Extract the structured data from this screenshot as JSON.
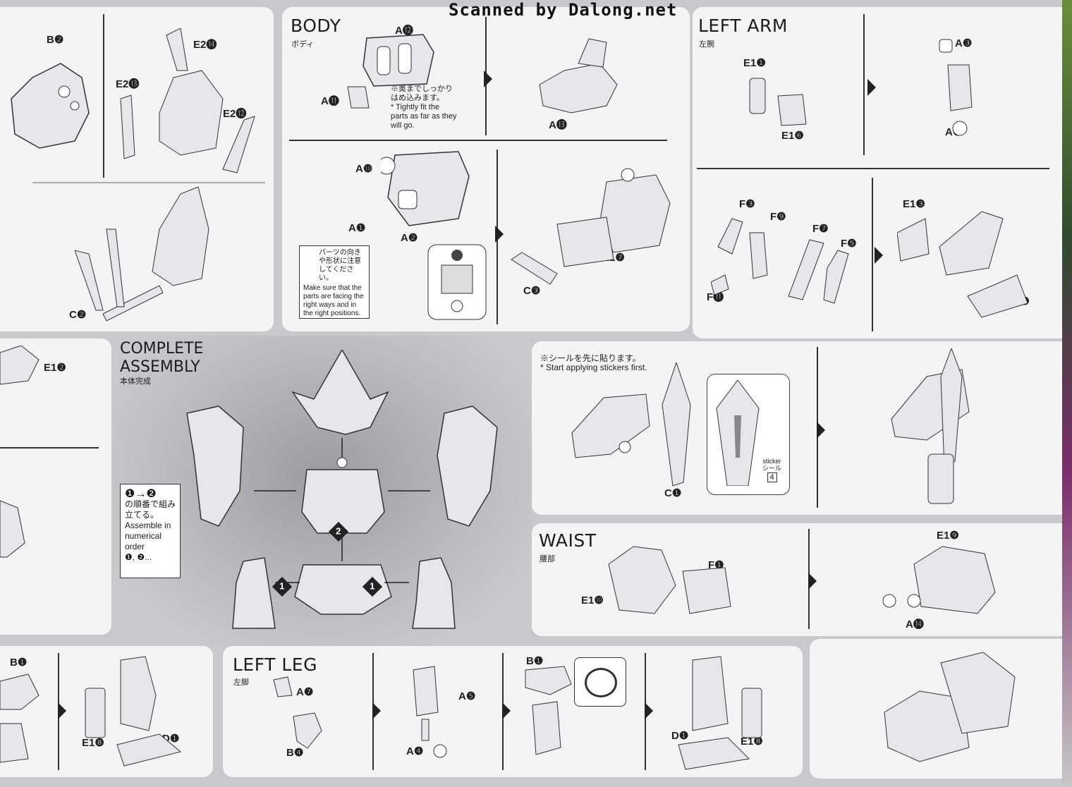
{
  "watermark": "Scanned by Dalong.net",
  "head_section": {
    "labels": [
      "B❷",
      "E2⓮",
      "E2⓭",
      "E2⓬",
      "C❷",
      "E1❷"
    ]
  },
  "body_section": {
    "title": "BODY",
    "title_jp": "ボディ",
    "labels": [
      "A⓬",
      "A⓫",
      "A⓭",
      "A❿",
      "A❶",
      "A❷",
      "C❸",
      "E1❼"
    ],
    "note_jp": "※奥までしっかりはめ込みます。",
    "note_en": "* Tightly fit the parts as far as they will go.",
    "caution_jp": "パーツの向きや形状に注意してください。",
    "caution_en": "Make sure that the parts are facing the right ways and in the right positions."
  },
  "left_arm_section": {
    "title": "LEFT ARM",
    "title_jp": "左腕",
    "labels": [
      "E1❶",
      "E1❻",
      "A❸",
      "A❾",
      "F❸",
      "F❾",
      "F❼",
      "F❺",
      "F⓫",
      "E1❸",
      "E1❺"
    ]
  },
  "sticker_section": {
    "note_jp": "※シールを先に貼ります。",
    "note_en": "* Start applying stickers first.",
    "sticker_label": "sticker",
    "sticker_label_jp": "シール",
    "sticker_number": "4",
    "labels": [
      "C❶"
    ]
  },
  "complete_assembly": {
    "title_line1": "COMPLETE",
    "title_line2": "ASSEMBLY",
    "title_jp": "本体完成",
    "order_symbols": "❶→❷",
    "order_jp": "の順番で組み立てる。",
    "order_en": "Assemble in numerical order",
    "order_tail": "❶, ❷...",
    "step_badges": [
      "2",
      "1",
      "1"
    ]
  },
  "waist_section": {
    "title": "WAIST",
    "title_jp": "腰部",
    "labels": [
      "F❶",
      "E1❿",
      "E1❾",
      "A⓮"
    ]
  },
  "left_leg_section": {
    "title": "LEFT LEG",
    "title_jp": "左脚",
    "labels": [
      "A❼",
      "B❹",
      "A❺",
      "A❹",
      "B❶",
      "D❶",
      "E1❽"
    ]
  },
  "right_leg_section": {
    "labels": [
      "B❶",
      "E1❽",
      "D❶"
    ]
  }
}
